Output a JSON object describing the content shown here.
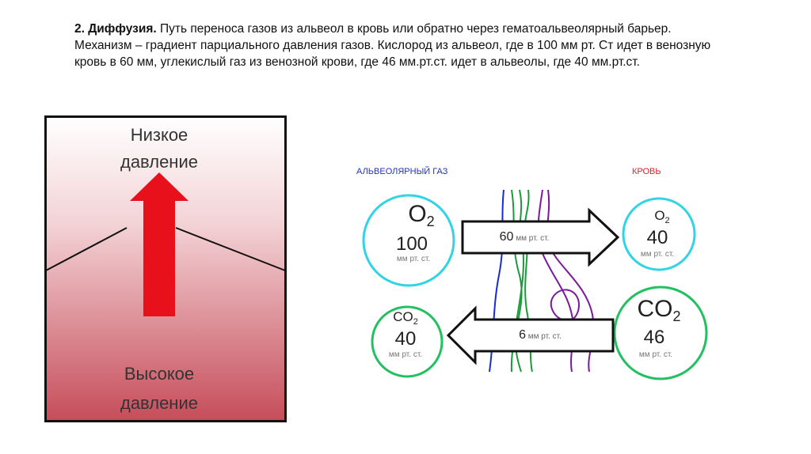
{
  "heading": {
    "number_title": "2. Диффузия.",
    "body": " Путь переноса газов из альвеол в кровь или обратно через гематоальвеолярный барьер. Механизм – градиент парциального давления газов. Кислород из альвеол, где  в 100 мм рт. Ст идет в венозную кровь в 60 мм, углекислый газ из венозной крови, где 46 мм.рт.ст. идет в альвеолы, где 40 мм.рт.ст."
  },
  "pressure_panel": {
    "low_line1": "Низкое",
    "low_line2": "давление",
    "high_line1": "Высокое",
    "high_line2": "давление",
    "colors": {
      "top": "#ffffff",
      "bottom": "#c8505d",
      "arrow": "#e8101a",
      "border": "#111111"
    }
  },
  "diagram": {
    "left_header": "АЛЬВЕОЛЯРНЫЙ ГАЗ",
    "right_header": "КРОВЬ",
    "alveolar_o2": {
      "gas": "O",
      "sub": "2",
      "value": "100",
      "unit": "мм рт. ст."
    },
    "blood_o2": {
      "gas": "O",
      "sub": "2",
      "value": "40",
      "unit": "мм рт. ст."
    },
    "alveolar_co2": {
      "gas": "CO",
      "sub": "2",
      "value": "40",
      "unit": "мм рт. ст."
    },
    "blood_co2": {
      "gas": "CO",
      "sub": "2",
      "value": "46",
      "unit": "мм рт. ст."
    },
    "arrow_o2": {
      "value": "60",
      "unit": " мм рт. ст."
    },
    "arrow_co2": {
      "value": "6",
      "unit": " мм рт. ст."
    },
    "colors": {
      "left_header": "#2233bb",
      "right_header": "#e0202a",
      "cyan": "#33d3e6",
      "green": "#22c060",
      "membrane_blue": "#1a2bd0",
      "membrane_green": "#1a9a3a",
      "membrane_purple": "#7a1a9a"
    }
  }
}
